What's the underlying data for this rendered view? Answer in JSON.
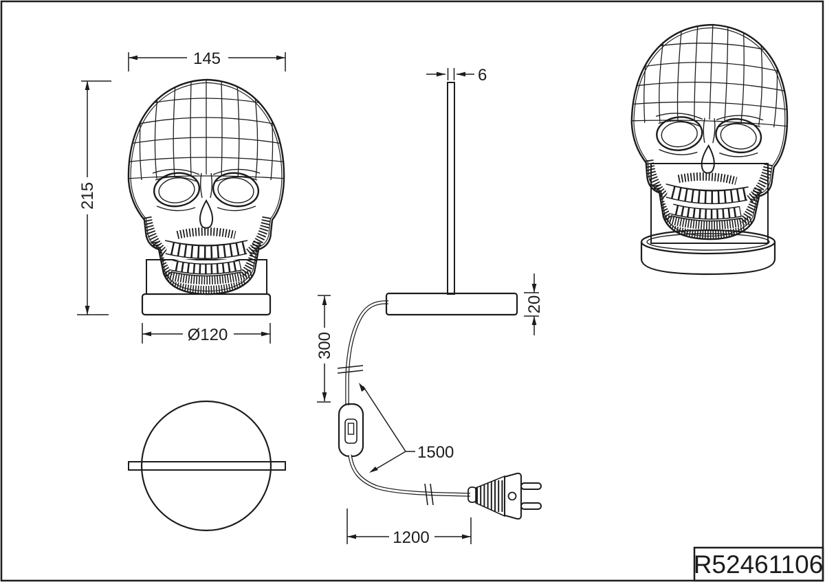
{
  "drawing": {
    "kind": "technical-dimension-sheet",
    "subject": "3D wireframe skull table lamp",
    "background": "#ffffff",
    "line_color": "#1c1c1c"
  },
  "dims": {
    "front_width": "145",
    "front_height": "215",
    "base_diameter": "Ø120",
    "panel_thickness": "6",
    "base_height": "20",
    "base_to_switch": "300",
    "cable_length": "1500",
    "cable_to_plug": "1200"
  },
  "title_block": {
    "part_number": "R52461106"
  }
}
